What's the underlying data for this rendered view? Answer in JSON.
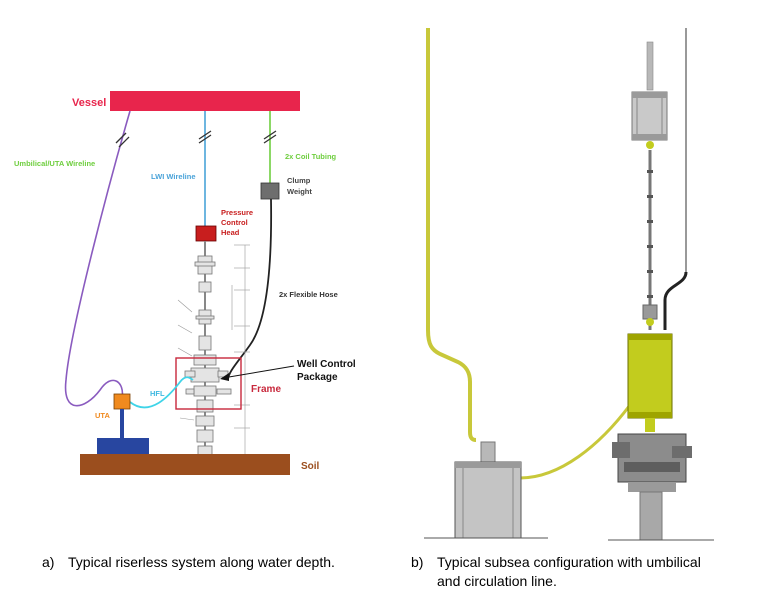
{
  "left_diagram": {
    "labels": {
      "vessel": "Vessel",
      "umbilical": "Umbilical/UTA Wireline",
      "lwi": "LWI Wireline",
      "coil": "2x Coil Tubing",
      "clump_line1": "Clump",
      "clump_line2": "Weight",
      "pch_line1": "Pressure",
      "pch_line2": "Control",
      "pch_line3": "Head",
      "flex_hose": "2x Flexible Hose",
      "wcp_line1": "Well Control",
      "wcp_line2": "Package",
      "frame": "Frame",
      "hfl": "HFL",
      "uta": "UTA",
      "soil": "Soil"
    },
    "colors": {
      "vessel": "#e8254c",
      "umbilical": "#8a5bbf",
      "lwi": "#4aa3d9",
      "coil": "#6fce3f",
      "clump": "#555555",
      "pch": "#c81e1e",
      "hfl": "#3fd4e8",
      "uta": "#f08a1e",
      "uta_base": "#2846a0",
      "soil": "#9b4e1e",
      "frame": "#c8283c"
    }
  },
  "right_diagram": {
    "colors": {
      "umbilical": "#c8c83a",
      "module": "#c2cc1e",
      "structure": "#b8b8b8"
    }
  },
  "captions": {
    "a_letter": "a)",
    "a_text": "Typical riserless system along water depth.",
    "b_letter": "b)",
    "b_text_line1": "Typical subsea configuration with umbilical",
    "b_text_line2": "and circulation line."
  }
}
